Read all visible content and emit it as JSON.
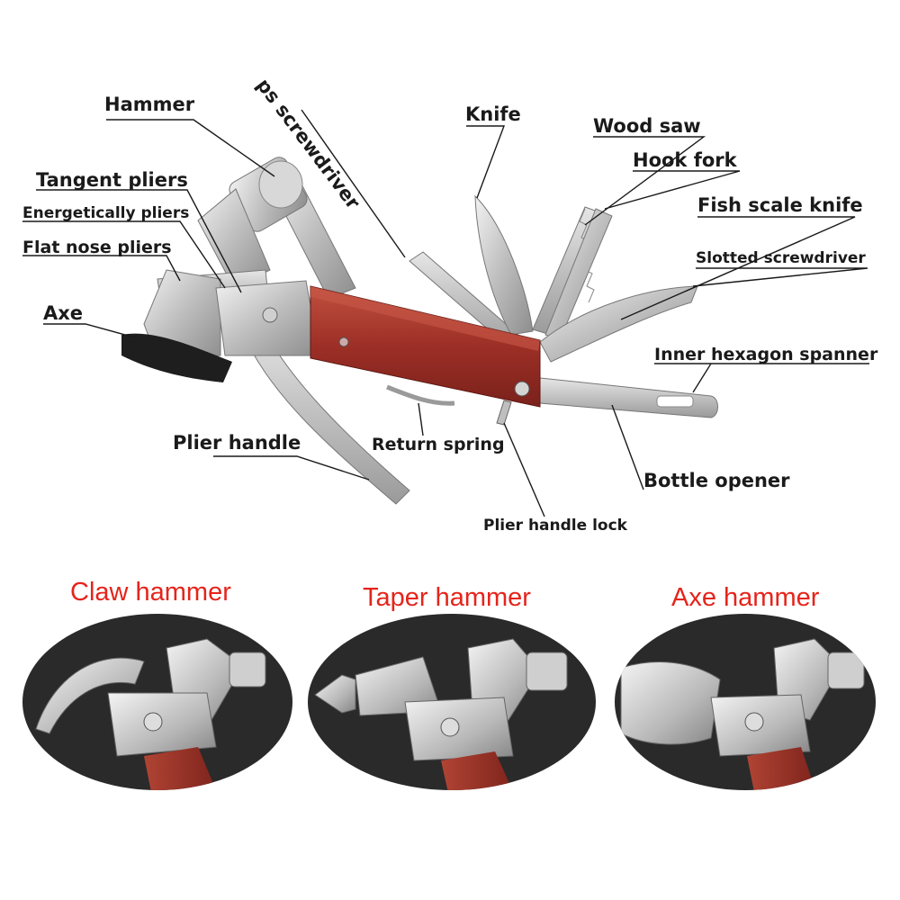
{
  "labels": {
    "hammer": "Hammer",
    "phillips_screwdriver": "ps screwdriver",
    "knife": "Knife",
    "wood_saw": "Wood saw",
    "hook_fork": "Hook fork",
    "tangent_pliers": "Tangent pliers",
    "energetically_pliers": "Energetically pliers",
    "flat_nose_pliers": "Flat nose pliers",
    "fish_scale_knife": "Fish scale knife",
    "slotted_screwdriver": "Slotted screwdriver",
    "axe": "Axe",
    "inner_hexagon_spanner": "Inner hexagon spanner",
    "plier_handle": "Plier handle",
    "return_spring": "Return spring",
    "bottle_opener": "Bottle opener",
    "plier_handle_lock": "Plier handle lock"
  },
  "variants": [
    {
      "title": "Claw hammer",
      "head": "claw"
    },
    {
      "title": "Taper hammer",
      "head": "taper"
    },
    {
      "title": "Axe hammer",
      "head": "axe"
    }
  ],
  "colors": {
    "label_text": "#1a1a1a",
    "variant_title": "#e5241b",
    "wood_handle": "#a3342a",
    "steel": "#c9c9c9",
    "axe_guard": "#1e1e1e",
    "vignette_bg": "#2a2a2a"
  }
}
